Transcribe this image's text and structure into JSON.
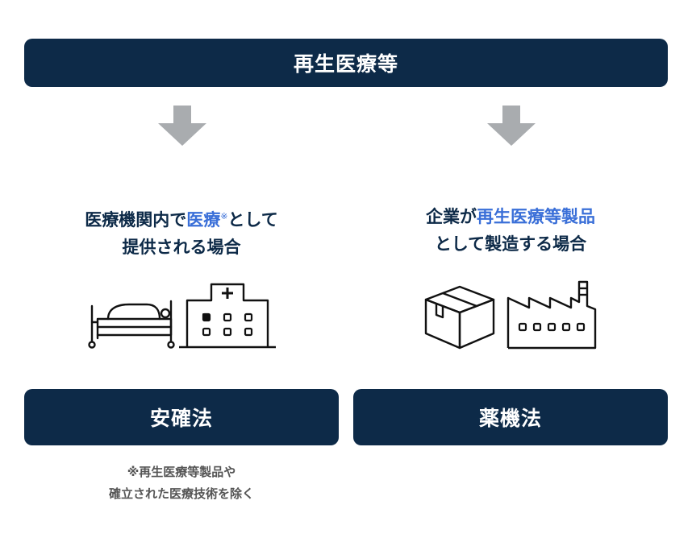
{
  "top_bar": {
    "label": "再生医療等"
  },
  "left": {
    "heading_line1_a": "医療機関内で",
    "heading_line1_accent": "医療",
    "heading_line1_mark": "※",
    "heading_line1_b": "として",
    "heading_line2": "提供される場合",
    "law_label": "安確法",
    "icons": [
      "hospital-bed-icon",
      "hospital-building-icon"
    ]
  },
  "right": {
    "heading_line1_a": "企業が",
    "heading_line1_accent": "再生医療等製品",
    "heading_line2": "として製造する場合",
    "law_label": "薬機法",
    "icons": [
      "cardboard-box-icon",
      "factory-icon"
    ]
  },
  "note": {
    "line1": "※再生医療等製品や",
    "line2": "確立された医療技術を除く"
  },
  "colors": {
    "navy": "#0d2a48",
    "accent_blue": "#3a6fd8",
    "arrow_gray": "#a9acaf"
  }
}
